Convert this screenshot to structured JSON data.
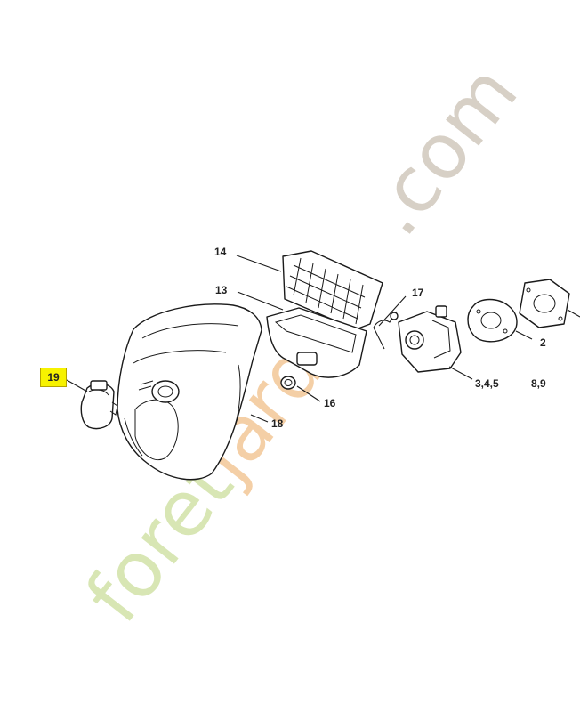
{
  "colors": {
    "highlight": "#f7f200",
    "watermark_green": "#d8e6b4",
    "watermark_orange": "#f4cfa6",
    "watermark_grey": "#d7d0c6"
  },
  "watermark": {
    "part1": "foret",
    "part2": "jardin",
    "part3": ".com"
  },
  "highlighted_part": {
    "label": "19"
  },
  "parts": [
    {
      "id": "p14",
      "label": "14"
    },
    {
      "id": "p13",
      "label": "13"
    },
    {
      "id": "p17",
      "label": "17"
    },
    {
      "id": "p2",
      "label": "2"
    },
    {
      "id": "p345",
      "label": "3,4,5"
    },
    {
      "id": "p89",
      "label": "8,9"
    },
    {
      "id": "p16",
      "label": "16"
    },
    {
      "id": "p18",
      "label": "18"
    }
  ]
}
